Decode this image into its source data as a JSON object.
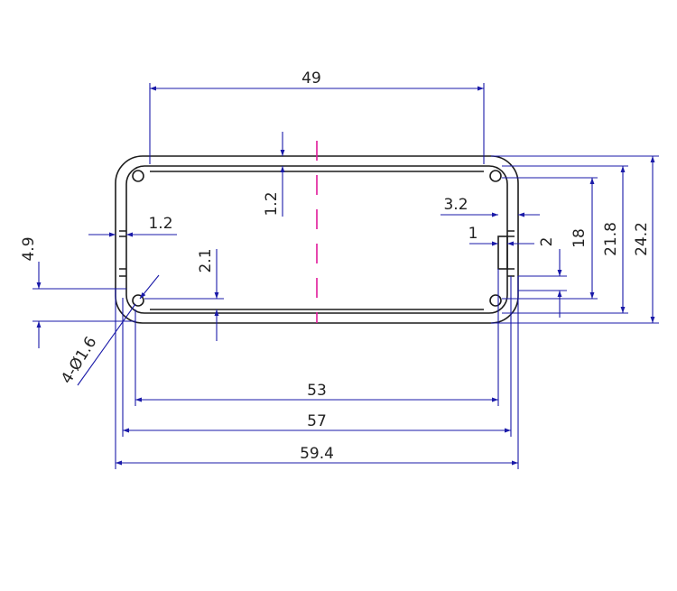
{
  "colors": {
    "dimension": "#1a1aa8",
    "outline": "#1c1c1c",
    "centerline": "#e0189a",
    "text": "#222222"
  },
  "dimensions": {
    "top_width": "49",
    "top_wall": "1.2",
    "left_wall": "1.2",
    "left_height": "4.9",
    "rail_height": "2.1",
    "hole": "4-Ø1.6",
    "rail_width": "3.2",
    "rail_gap": "1",
    "rail_step": "2",
    "inner_height": "18",
    "mid_height": "21.8",
    "outer_height": "24.2",
    "inner_width": "53",
    "mid_width": "57",
    "outer_width": "59.4"
  }
}
